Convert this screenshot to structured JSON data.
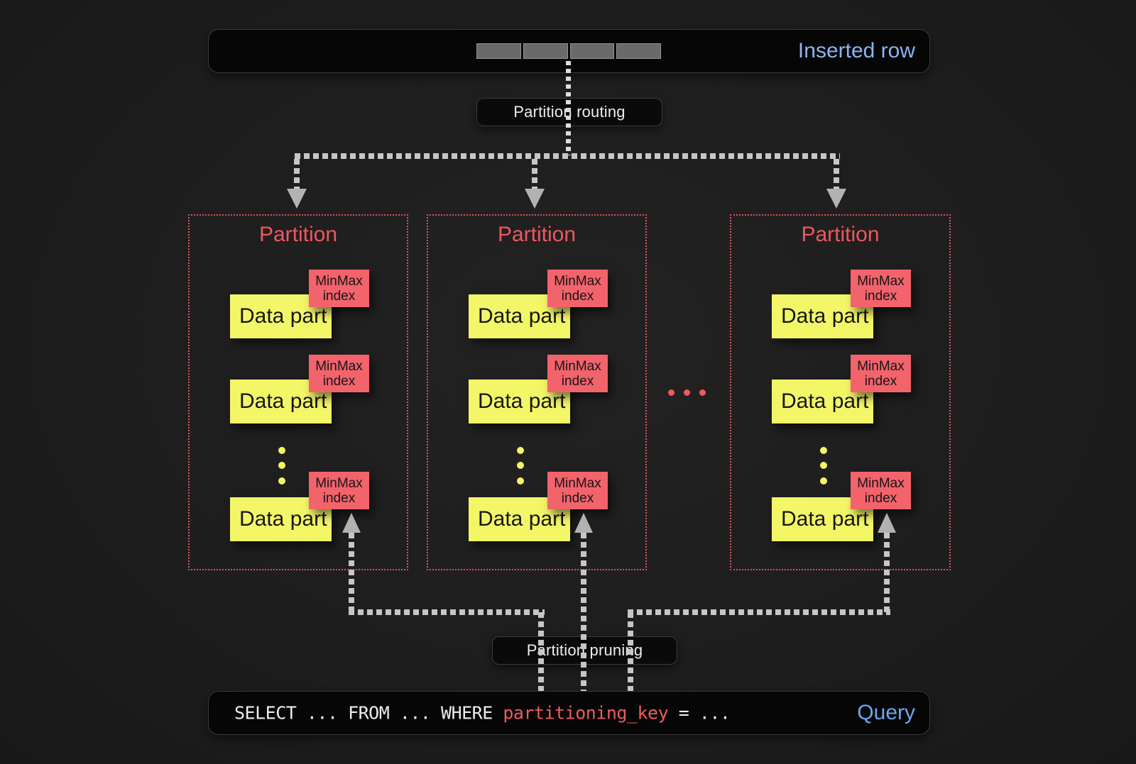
{
  "colors": {
    "background": "#1d1c1c",
    "bar_background": "#060606",
    "inserted_row_blue": "#8cb4f1",
    "query_blue": "#6ea6f2",
    "partition_red": "#ef5661",
    "minmax_red": "#f2636c",
    "data_part_yellow": "#f3f667",
    "sql_key_red": "#ef5b61",
    "arrow_gray": "#b2b2b2"
  },
  "inserted_row_bar": {
    "label": "Inserted row",
    "segment_count": 4
  },
  "routing": {
    "label": "Partition routing"
  },
  "partitions": [
    {
      "title": "Partition",
      "data_parts": [
        {
          "label": "Data part",
          "index_label": "MinMax index"
        },
        {
          "label": "Data part",
          "index_label": "MinMax index"
        },
        {
          "label": "Data part",
          "index_label": "MinMax index"
        }
      ]
    },
    {
      "title": "Partition",
      "data_parts": [
        {
          "label": "Data part",
          "index_label": "MinMax index"
        },
        {
          "label": "Data part",
          "index_label": "MinMax index"
        },
        {
          "label": "Data part",
          "index_label": "MinMax index"
        }
      ]
    },
    {
      "title": "Partition",
      "data_parts": [
        {
          "label": "Data part",
          "index_label": "MinMax index"
        },
        {
          "label": "Data part",
          "index_label": "MinMax index"
        },
        {
          "label": "Data part",
          "index_label": "MinMax index"
        }
      ]
    }
  ],
  "pruning": {
    "label": "Partition pruning"
  },
  "query_bar": {
    "sql_prefix": "SELECT ... FROM ... WHERE ",
    "sql_key": "partitioning_key",
    "sql_suffix": " = ...",
    "label": "Query"
  }
}
